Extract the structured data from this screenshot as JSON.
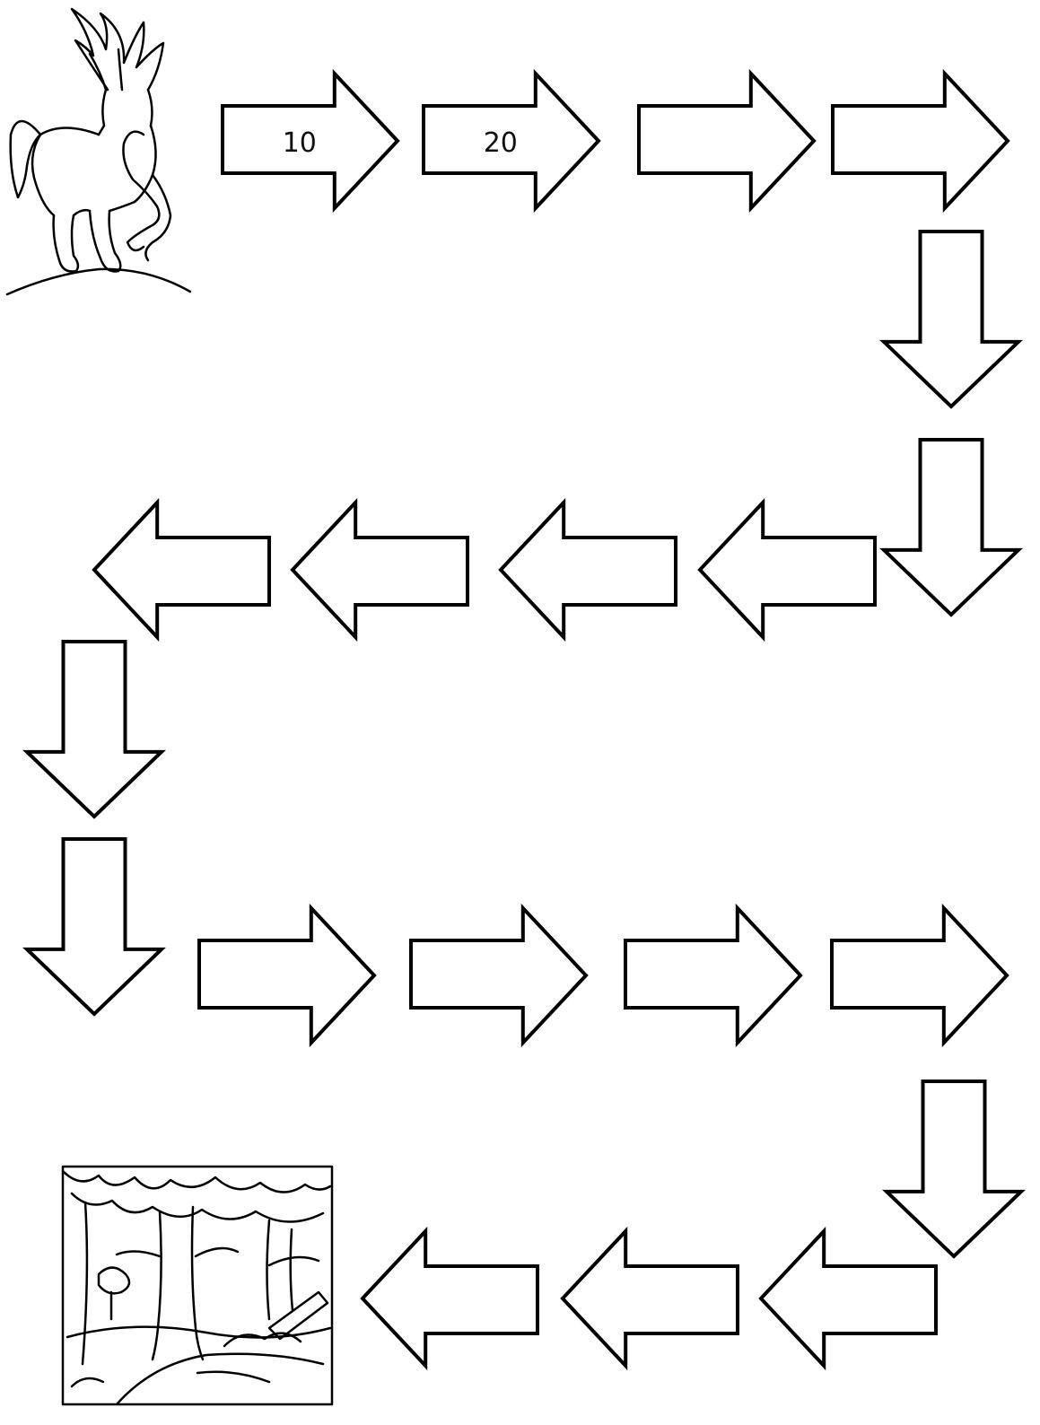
{
  "worksheet": {
    "start_picture": "horse-drawing",
    "end_picture": "forest-drawing",
    "colors": {
      "outline": "#000000",
      "fill": "#ffffff",
      "text": "#111111"
    },
    "arrows": [
      {
        "direction": "right",
        "label": "10"
      },
      {
        "direction": "right",
        "label": "20"
      },
      {
        "direction": "right",
        "label": ""
      },
      {
        "direction": "right",
        "label": ""
      },
      {
        "direction": "down",
        "label": ""
      },
      {
        "direction": "down",
        "label": ""
      },
      {
        "direction": "left",
        "label": ""
      },
      {
        "direction": "left",
        "label": ""
      },
      {
        "direction": "left",
        "label": ""
      },
      {
        "direction": "left",
        "label": ""
      },
      {
        "direction": "down",
        "label": ""
      },
      {
        "direction": "down",
        "label": ""
      },
      {
        "direction": "right",
        "label": ""
      },
      {
        "direction": "right",
        "label": ""
      },
      {
        "direction": "right",
        "label": ""
      },
      {
        "direction": "right",
        "label": ""
      },
      {
        "direction": "down",
        "label": ""
      },
      {
        "direction": "left",
        "label": ""
      },
      {
        "direction": "left",
        "label": ""
      },
      {
        "direction": "left",
        "label": ""
      }
    ]
  }
}
